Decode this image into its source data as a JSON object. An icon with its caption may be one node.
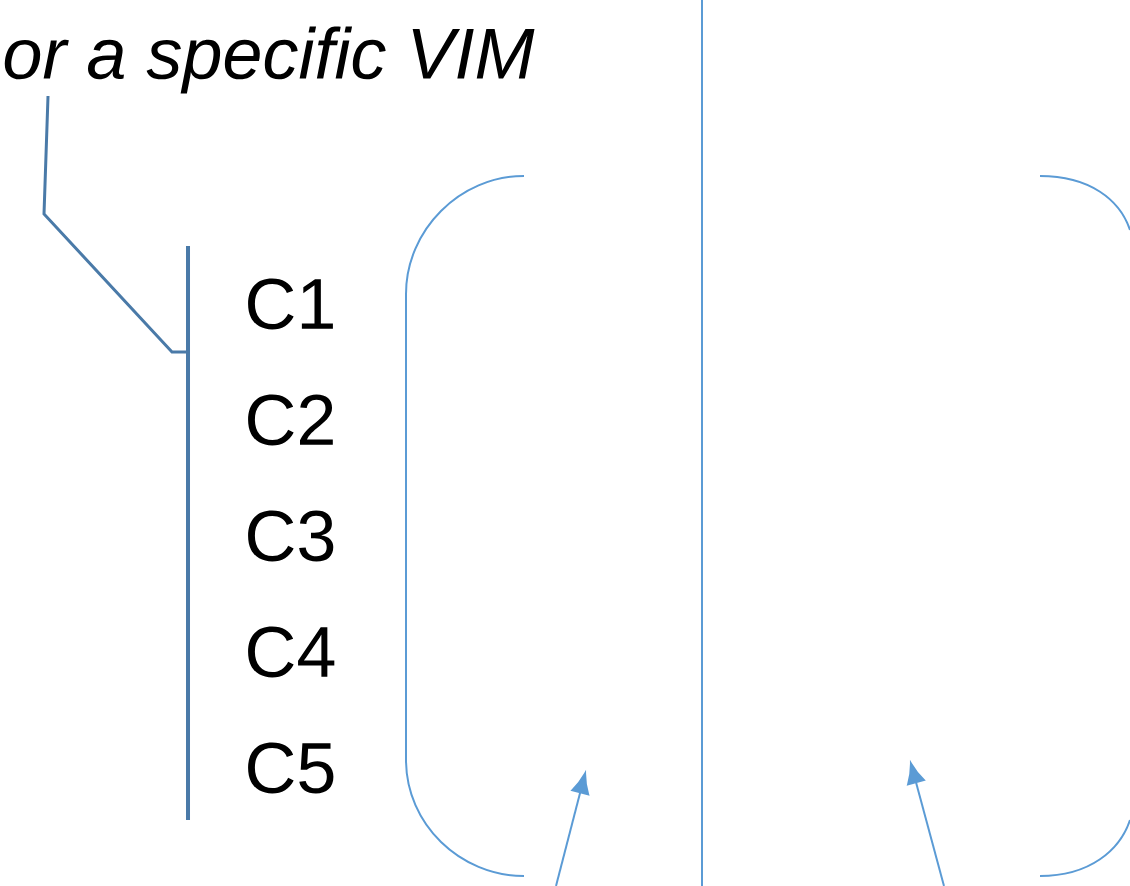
{
  "diagram": {
    "nodes": [
      {
        "text": [
          "or a specific VIM"
        ]
      },
      {
        "text": [
          "C1",
          "C2",
          "C3",
          "C4",
          "C5"
        ]
      },
      {
        "text": [],
        "shape": "box"
      },
      {
        "text": [],
        "shape": "box"
      }
    ],
    "edges": [
      {
        "from": 0,
        "to": 1,
        "arrow": "none"
      }
    ]
  }
}
